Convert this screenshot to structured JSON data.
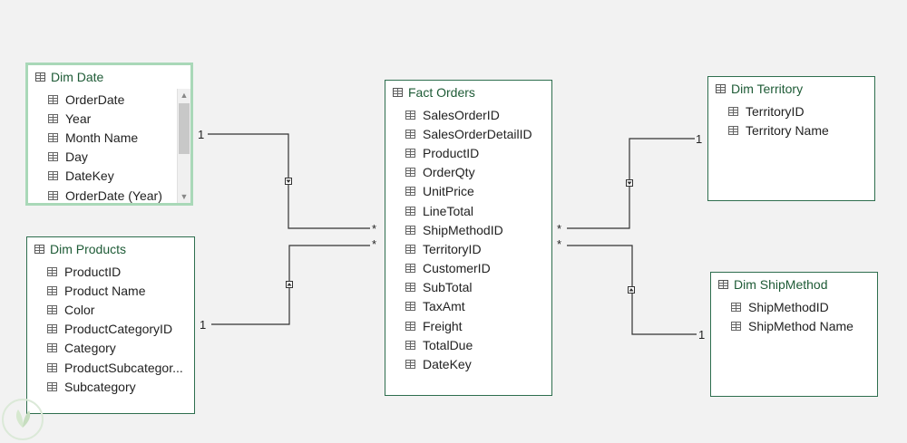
{
  "tables": [
    {
      "id": "dim-date",
      "title": "Dim Date",
      "selected": true,
      "scrollable": true,
      "fields": [
        "OrderDate",
        "Year",
        "Month Name",
        "Day",
        "DateKey",
        "OrderDate (Year)"
      ]
    },
    {
      "id": "dim-products",
      "title": "Dim Products",
      "selected": false,
      "scrollable": false,
      "fields": [
        "ProductID",
        "Product Name",
        "Color",
        "ProductCategoryID",
        "Category",
        "ProductSubcategor...",
        "Subcategory"
      ]
    },
    {
      "id": "fact-orders",
      "title": "Fact Orders",
      "selected": false,
      "scrollable": false,
      "fields": [
        "SalesOrderID",
        "SalesOrderDetailID",
        "ProductID",
        "OrderQty",
        "UnitPrice",
        "LineTotal",
        "ShipMethodID",
        "TerritoryID",
        "CustomerID",
        "SubTotal",
        "TaxAmt",
        "Freight",
        "TotalDue",
        "DateKey"
      ]
    },
    {
      "id": "dim-territory",
      "title": "Dim Territory",
      "selected": false,
      "scrollable": false,
      "fields": [
        "TerritoryID",
        "Territory Name"
      ]
    },
    {
      "id": "dim-shipmethod",
      "title": "Dim ShipMethod",
      "selected": false,
      "scrollable": false,
      "fields": [
        "ShipMethodID",
        "ShipMethod Name"
      ]
    }
  ],
  "relationships": [
    {
      "from": "dim-date",
      "to": "fact-orders",
      "one_label": "1",
      "many_label": "*"
    },
    {
      "from": "dim-products",
      "to": "fact-orders",
      "one_label": "1",
      "many_label": "*"
    },
    {
      "from": "dim-territory",
      "to": "fact-orders",
      "one_label": "1",
      "many_label": "*"
    },
    {
      "from": "dim-shipmethod",
      "to": "fact-orders",
      "one_label": "1",
      "many_label": "*"
    }
  ],
  "colors": {
    "border": "#2e6e4e",
    "selected_border": "#a9d8b8",
    "header_text": "#1e5b36",
    "background": "#f2f2f2",
    "line": "#333333"
  },
  "icons": {
    "table": "table-icon",
    "field": "column-icon",
    "filter_arrow": "filter-direction-icon"
  }
}
